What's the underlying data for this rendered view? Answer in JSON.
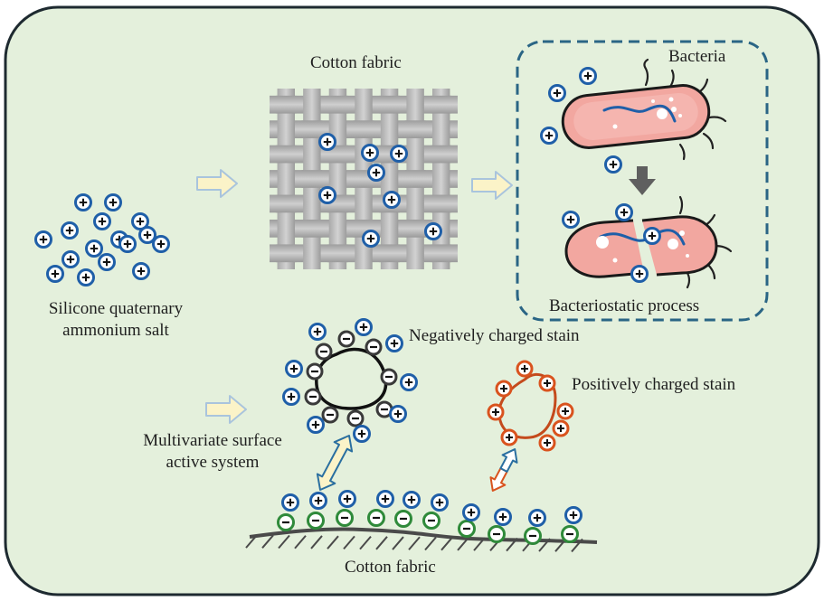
{
  "labels": {
    "cotton_fabric_top": "Cotton fabric",
    "bacteria": "Bacteria",
    "silicone_line1": "Silicone quaternary",
    "silicone_line2": "ammonium salt",
    "bacteriostatic": "Bacteriostatic process",
    "negative_stain": "Negatively charged stain",
    "positive_stain": "Positively charged stain",
    "multivariate_line1": "Multivariate surface",
    "multivariate_line2": "active system",
    "cotton_fabric_bottom": "Cotton fabric"
  },
  "symbols": {
    "plus": "+",
    "minus": "−"
  },
  "colors": {
    "background_panel": "#e4f0dc",
    "panel_border": "#1e2a30",
    "positive_ion": "#1f5fa8",
    "negative_stain_ion": "#3a3a3a",
    "substrate_negative_ion": "#2f8a3a",
    "positive_stain_ion": "#d9531e",
    "bacteria_body": "#f2a7a0",
    "dashed_box": "#2a6585",
    "arrow_fill": "#fbf3c8",
    "arrow_stroke": "#a9c4dd"
  }
}
